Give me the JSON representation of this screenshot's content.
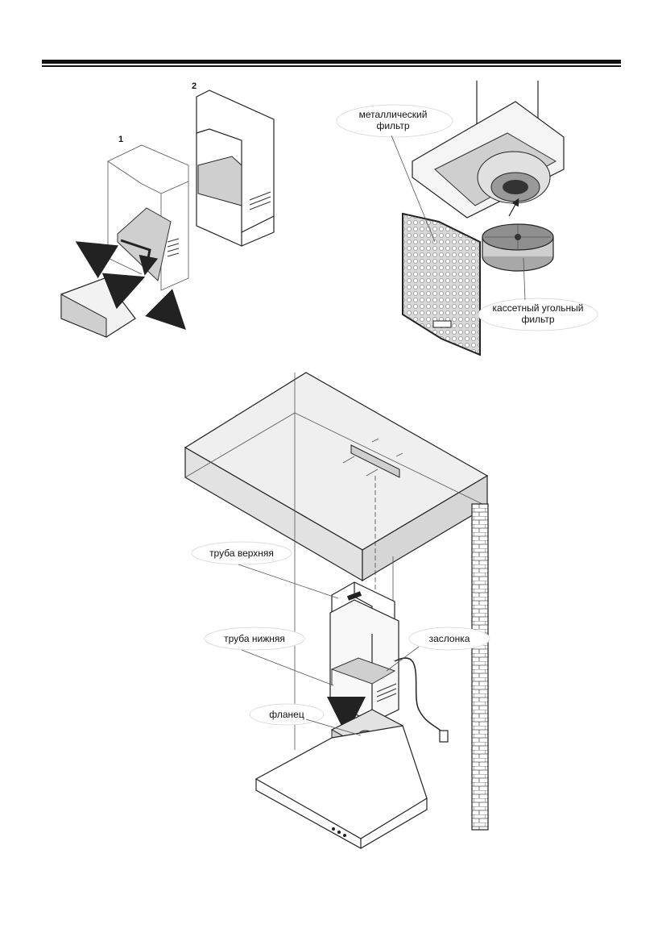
{
  "labels": {
    "step1": "1",
    "step2": "2",
    "metal_filter_line1": "металлический",
    "metal_filter_line2": "фильтр",
    "carbon_filter_line1": "кассетный угольный",
    "carbon_filter_line2": "фильтр",
    "upper_pipe": "труба верхняя",
    "lower_pipe": "труба нижняя",
    "damper": "заслонка",
    "flange": "фланец"
  },
  "colors": {
    "ink": "#111111",
    "panel_gray": "#cfcfcf",
    "light_gray": "#e6e6e6",
    "mesh": "#bdbdbd",
    "arrow": "#222222"
  }
}
